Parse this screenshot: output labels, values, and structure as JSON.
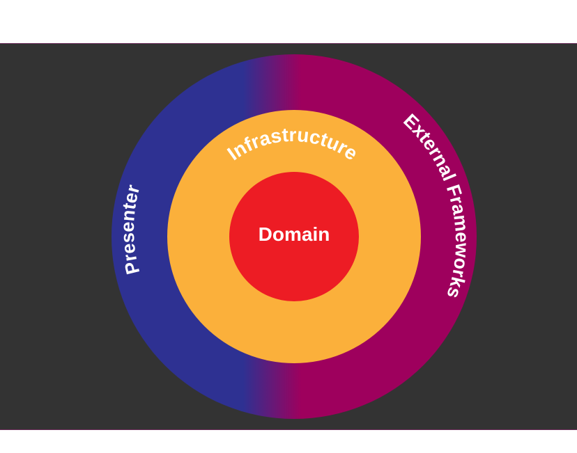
{
  "diagram": {
    "layers": {
      "outer_left": {
        "label": "Presenter",
        "color": "#2e3192"
      },
      "outer_right": {
        "label": "External Frameworks",
        "color": "#9e005d"
      },
      "middle": {
        "label": "Infrastructure",
        "color": "#fbb03b"
      },
      "inner": {
        "label": "Domain",
        "color": "#ed1c24"
      }
    },
    "background_color": "#333333"
  }
}
